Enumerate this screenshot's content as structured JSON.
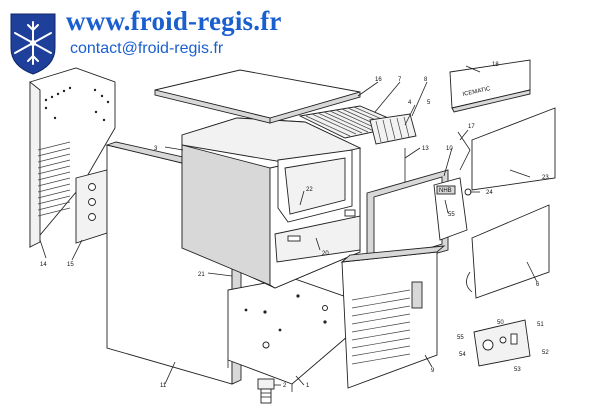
{
  "header": {
    "website": "www.froid-regis.fr",
    "email": "contact@froid-regis.fr"
  },
  "logo": {
    "icon": "snowflake-shield-icon",
    "colors": {
      "primary": "#1a5fd0",
      "shield": "#1e3f9a",
      "snow": "#ffffff"
    }
  },
  "parts_labels": [
    "1",
    "2",
    "3",
    "4",
    "5",
    "6",
    "7",
    "8",
    "9",
    "10",
    "11",
    "13",
    "14",
    "15",
    "16",
    "17",
    "18",
    "20",
    "21",
    "22",
    "23",
    "24",
    "50",
    "51",
    "52",
    "53",
    "54",
    "55"
  ],
  "front_badge": "NHB",
  "side_badge": "ICEMATIC"
}
